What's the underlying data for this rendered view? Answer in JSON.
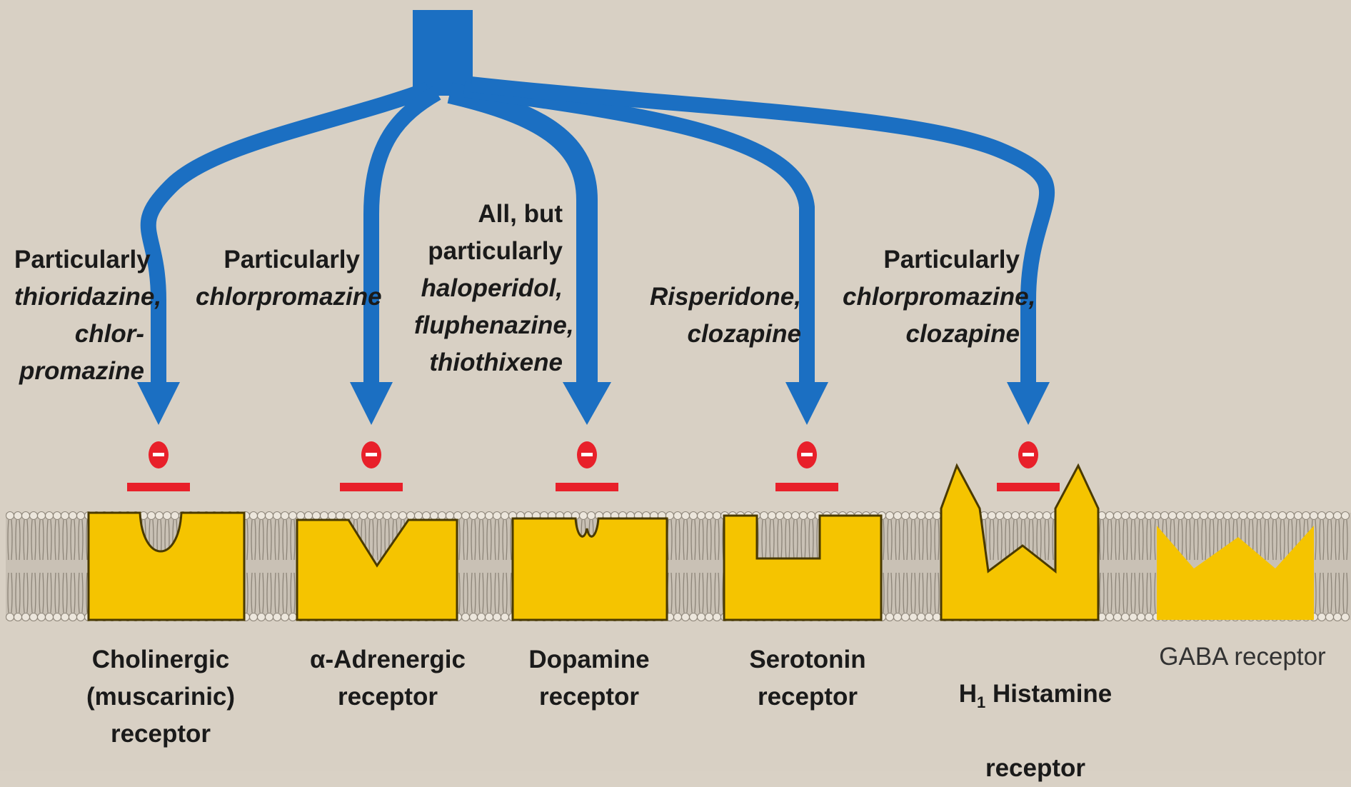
{
  "colors": {
    "background": "#d8d0c4",
    "arrow": "#1b6fc2",
    "receptor": "#f5c400",
    "receptor_outline": "#4a3a00",
    "inhibit": "#e8202a",
    "membrane": "#b9b1a5"
  },
  "drugs": [
    {
      "lead": "Particularly",
      "names": "thioridazine,\nchlor-\npromazine"
    },
    {
      "lead": "Particularly",
      "names": "chlorpromazine"
    },
    {
      "lead": "All, but\nparticularly",
      "names": "haloperidol,\nfluphenazine,\nthiothixene"
    },
    {
      "lead": "",
      "names": "Risperidone,\nclozapine"
    },
    {
      "lead": "Particularly",
      "names": "chlorpromazine,\nclozapine"
    }
  ],
  "receptors": [
    {
      "label": "Cholinergic\n(muscarinic)\nreceptor"
    },
    {
      "label": "α-Adrenergic\nreceptor"
    },
    {
      "label": "Dopamine\nreceptor"
    },
    {
      "label": "Serotonin\nreceptor"
    },
    {
      "label_prefix": "H",
      "label_sub": "1",
      "label_rest": "  Histamine",
      "label_line2": "receptor"
    },
    {
      "label": "GABA receptor"
    }
  ],
  "inhibit_icon": "minus-circle-icon"
}
